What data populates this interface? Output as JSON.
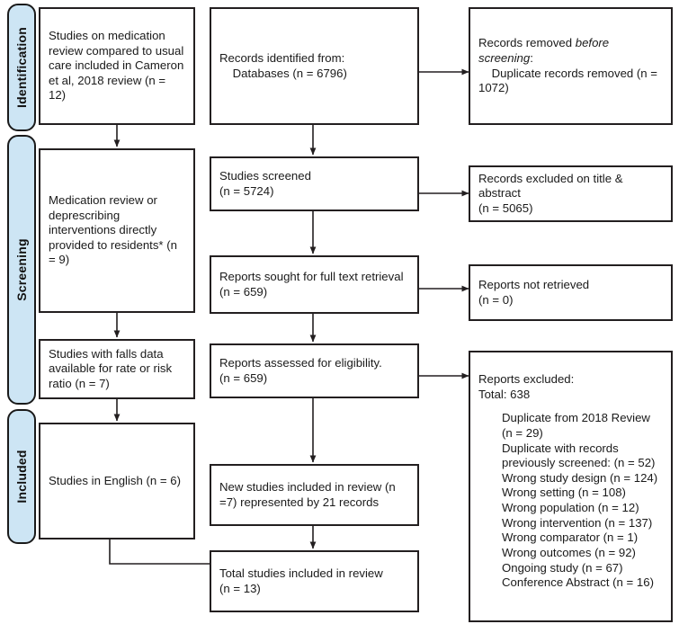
{
  "diagram": {
    "type": "prisma-flow-diagram",
    "accent_color": "#cde5f4",
    "line_color": "#231f20",
    "background": "#ffffff"
  },
  "phases": [
    {
      "id": "identification",
      "label": "Identification"
    },
    {
      "id": "screening",
      "label": "Screening"
    },
    {
      "id": "included",
      "label": "Included"
    }
  ],
  "boxes": {
    "prior_review": "Studies on medication review compared to usual care included in Cameron et al, 2018 review (n = 12)",
    "records_identified": "Records identified from:\n    Databases (n = 6796)",
    "records_removed_line1": "Records removed ",
    "records_removed_italic": "before screening",
    "records_removed_line2": ":\n    Duplicate records removed (n = 1072)",
    "med_review_interventions": "Medication review or deprescribing interventions directly provided to residents* (n = 9)",
    "studies_screened": "Studies screened\n(n = 5724)",
    "records_excluded_title_abstract": "Records excluded on title & abstract\n(n = 5065)",
    "falls_data": "Studies with falls data available for rate or risk ratio (n = 7)",
    "reports_sought": "Reports sought for full text retrieval (n = 659)",
    "reports_not_retrieved": "Reports not retrieved\n(n = 0)",
    "reports_assessed": "Reports assessed for eligibility.\n(n = 659)",
    "studies_in_english": "Studies in English (n = 6)",
    "new_studies": "New studies included in review (n =7) represented by 21 records",
    "total_studies": "Total studies included in review\n(n = 13)"
  },
  "reports_excluded": {
    "heading": "Reports excluded:\nTotal: 638",
    "reasons": [
      "Duplicate from 2018 Review (n = 29)",
      "Duplicate with records previously screened: (n = 52)",
      "Wrong study design (n = 124)",
      "Wrong setting (n = 108)",
      "Wrong population (n = 12)",
      "Wrong intervention (n = 137)",
      "Wrong comparator (n = 1)",
      "Wrong outcomes (n = 92)",
      "Ongoing study (n = 67)",
      "Conference Abstract (n = 16)"
    ]
  },
  "chart_data": {
    "type": "diagram",
    "title": "PRISMA 2020 flow diagram",
    "nodes": [
      {
        "id": "prior_review",
        "label": "Studies on medication review compared to usual care included in Cameron et al, 2018 review",
        "n": 12,
        "phase": "identification"
      },
      {
        "id": "records_identified",
        "label": "Records identified from: Databases",
        "n": 6796,
        "phase": "identification"
      },
      {
        "id": "records_removed",
        "label": "Duplicate records removed before screening",
        "n": 1072,
        "phase": "identification"
      },
      {
        "id": "med_review_interventions",
        "label": "Medication review or deprescribing interventions directly provided to residents*",
        "n": 9,
        "phase": "screening"
      },
      {
        "id": "studies_screened",
        "label": "Studies screened",
        "n": 5724,
        "phase": "screening"
      },
      {
        "id": "records_excluded_title_abstract",
        "label": "Records excluded on title & abstract",
        "n": 5065,
        "phase": "screening"
      },
      {
        "id": "falls_data",
        "label": "Studies with falls data available for rate or risk ratio",
        "n": 7,
        "phase": "screening"
      },
      {
        "id": "reports_sought",
        "label": "Reports sought for full text retrieval",
        "n": 659,
        "phase": "screening"
      },
      {
        "id": "reports_not_retrieved",
        "label": "Reports not retrieved",
        "n": 0,
        "phase": "screening"
      },
      {
        "id": "reports_assessed",
        "label": "Reports assessed for eligibility.",
        "n": 659,
        "phase": "screening"
      },
      {
        "id": "reports_excluded",
        "label": "Reports excluded",
        "n": 638,
        "phase": "screening"
      },
      {
        "id": "studies_in_english",
        "label": "Studies in English",
        "n": 6,
        "phase": "included"
      },
      {
        "id": "new_studies",
        "label": "New studies included in review (represented by 21 records)",
        "n": 7,
        "phase": "included"
      },
      {
        "id": "total_studies",
        "label": "Total studies included in review",
        "n": 13,
        "phase": "included"
      }
    ],
    "edges": [
      {
        "from": "prior_review",
        "to": "med_review_interventions"
      },
      {
        "from": "records_identified",
        "to": "records_removed"
      },
      {
        "from": "records_identified",
        "to": "studies_screened"
      },
      {
        "from": "med_review_interventions",
        "to": "falls_data"
      },
      {
        "from": "studies_screened",
        "to": "records_excluded_title_abstract"
      },
      {
        "from": "studies_screened",
        "to": "reports_sought"
      },
      {
        "from": "falls_data",
        "to": "studies_in_english"
      },
      {
        "from": "reports_sought",
        "to": "reports_not_retrieved"
      },
      {
        "from": "reports_sought",
        "to": "reports_assessed"
      },
      {
        "from": "reports_assessed",
        "to": "reports_excluded"
      },
      {
        "from": "reports_assessed",
        "to": "new_studies"
      },
      {
        "from": "studies_in_english",
        "to": "total_studies"
      },
      {
        "from": "new_studies",
        "to": "total_studies"
      }
    ],
    "exclusion_breakdown": {
      "total": 638,
      "items": [
        {
          "reason": "Duplicate from 2018 Review",
          "n": 29
        },
        {
          "reason": "Duplicate with records previously screened",
          "n": 52
        },
        {
          "reason": "Wrong study design",
          "n": 124
        },
        {
          "reason": "Wrong setting",
          "n": 108
        },
        {
          "reason": "Wrong population",
          "n": 12
        },
        {
          "reason": "Wrong intervention",
          "n": 137
        },
        {
          "reason": "Wrong comparator",
          "n": 1
        },
        {
          "reason": "Wrong outcomes",
          "n": 92
        },
        {
          "reason": "Ongoing study",
          "n": 67
        },
        {
          "reason": "Conference Abstract",
          "n": 16
        }
      ]
    }
  }
}
